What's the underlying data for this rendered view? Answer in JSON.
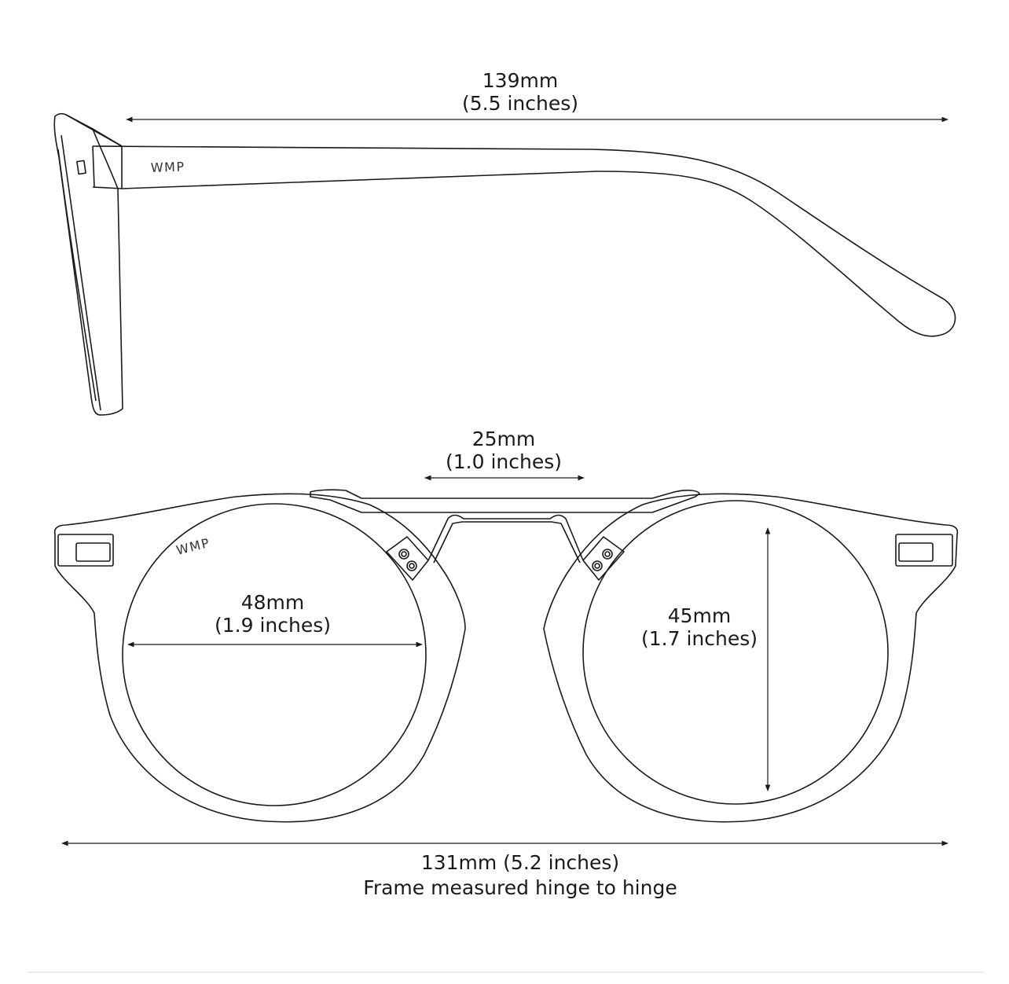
{
  "side_view": {
    "temple_length": {
      "mm": "139mm",
      "inches": "(5.5 inches)"
    },
    "logo": "WMP"
  },
  "front_view": {
    "bridge_width": {
      "mm": "25mm",
      "inches": "(1.0 inches)"
    },
    "lens_width": {
      "mm": "48mm",
      "inches": "(1.9 inches)"
    },
    "lens_height": {
      "mm": "45mm",
      "inches": "(1.7 inches)"
    },
    "frame_width": {
      "text": "131mm (5.2 inches)",
      "note": "Frame measured hinge to hinge"
    },
    "logo": "WMP"
  },
  "colors": {
    "line": "#1a1a1a",
    "background": "#ffffff",
    "rule": "#ededed"
  }
}
